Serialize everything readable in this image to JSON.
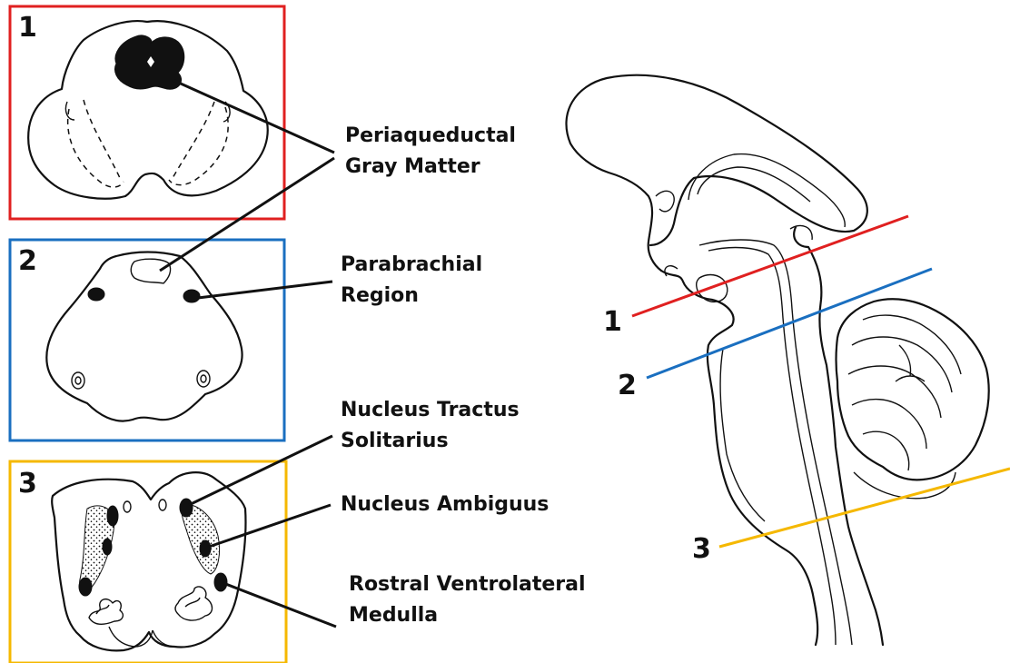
{
  "panels": [
    {
      "number": "1",
      "color": "#e02020"
    },
    {
      "number": "2",
      "color": "#1a6fc0"
    },
    {
      "number": "3",
      "color": "#f5b800"
    }
  ],
  "labels": {
    "pag": [
      "Periaqueductal",
      "Gray Matter"
    ],
    "parabrachial": [
      "Parabrachial",
      "Region"
    ],
    "nts": [
      "Nucleus Tractus",
      "Solitarius"
    ],
    "ambiguus": [
      "Nucleus Ambiguus"
    ],
    "rvlm": [
      "Rostral Ventrolateral",
      "Medulla"
    ]
  },
  "section_lines": [
    {
      "number": "1",
      "color": "#e02020"
    },
    {
      "number": "2",
      "color": "#1a6fc0"
    },
    {
      "number": "3",
      "color": "#f5b800"
    }
  ]
}
